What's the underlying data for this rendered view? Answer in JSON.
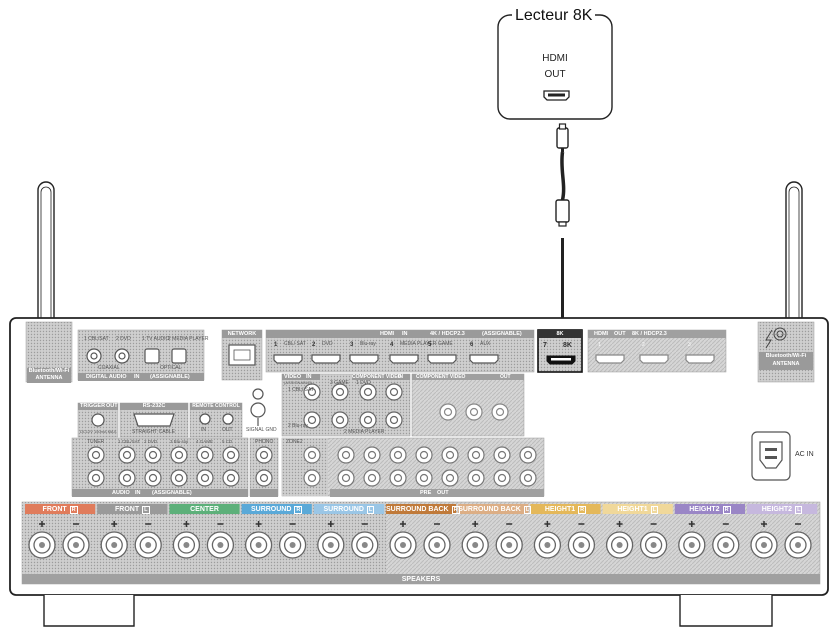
{
  "device": {
    "title": "Lecteur 8K",
    "hdmi_label": "HDMI",
    "out_label": "OUT"
  },
  "receiver": {
    "antenna_left": [
      "Bluetooth/Wi-Fi",
      "ANTENNA"
    ],
    "antenna_right": [
      "Bluetooth/Wi-Fi",
      "ANTENNA"
    ],
    "digital_audio": {
      "coaxial_1": "1 CBL/SAT",
      "coaxial_2": "2 DVD",
      "optical_1": "1 TV AUDIO",
      "optical_2": "2 MEDIA PLAYER",
      "coaxial_label": "COAXIAL",
      "optical_label": "OPTICAL",
      "footer": "DIGITAL AUDIO",
      "in_badge": "IN",
      "assignable": "(ASSIGNABLE)"
    },
    "network_label": "NETWORK",
    "hdmi_in": {
      "header": "HDMI",
      "in_badge": "IN",
      "spec": "4K / HDCP2.3",
      "assignable": "(ASSIGNABLE)",
      "inputs": [
        {
          "num": "1",
          "name": "CBL/ SAT"
        },
        {
          "num": "2",
          "name": "DVD"
        },
        {
          "num": "3",
          "name": "Blu-ray"
        },
        {
          "num": "4",
          "name": "MEDIA PLAYER"
        },
        {
          "num": "5",
          "name": "GAME"
        },
        {
          "num": "6",
          "name": "AUX"
        }
      ],
      "port7_num": "7",
      "port7_name": "8K",
      "port7_header": "8K"
    },
    "hdmi_out": {
      "header": "HDMI",
      "out_badge": "OUT",
      "spec": "8K / HDCP2.3",
      "ports": [
        "1",
        "2",
        "3"
      ]
    },
    "trigger": {
      "label": "TRIGGER",
      "out": "OUT",
      "spec": "DC12V 150mA MAX."
    },
    "rs232c": {
      "label": "RS-232C",
      "sub": "STRAIGHT CABLE"
    },
    "remote": {
      "label": "REMOTE CONTROL",
      "in": "IN",
      "out": "OUT"
    },
    "signal_gnd": "SIGNAL GND",
    "audio_in": {
      "tuner": "TUNER",
      "inputs": [
        "1 CBL/SAT",
        "2 DVD",
        "3 Blu-ray",
        "4 GAME",
        "5 CD"
      ],
      "footer": "AUDIO",
      "in_badge": "IN",
      "assignable": "(ASSIGNABLE)",
      "phono": "PHONO"
    },
    "video_in": {
      "label": "VIDEO",
      "in_badge": "IN",
      "assignable": "(ASSIGNABLE)",
      "inputs": [
        "1 CBL/ SAT",
        "2 Blu-ray",
        "3 GAME"
      ]
    },
    "component": {
      "label": "COMPONENT VIDEO",
      "in_badge": "IN",
      "out_label": "COMPONENT VIDEO",
      "out_badge": "OUT",
      "inputs": [
        "1 DVD",
        "2 MEDIA PLAYER"
      ]
    },
    "zone2": "ZONE2",
    "pre_out": {
      "label": "PRE",
      "out": "OUT"
    },
    "ac_in": "AC IN",
    "speakers": {
      "footer": "SPEAKERS",
      "channels": [
        {
          "label": "FRONT",
          "side": "R",
          "color": "#e07c5c"
        },
        {
          "label": "FRONT",
          "side": "L",
          "color": "#9a9a9a"
        },
        {
          "label": "CENTER",
          "side": "",
          "color": "#5db07a"
        },
        {
          "label": "SURROUND",
          "side": "R",
          "color": "#5aa9d8"
        },
        {
          "label": "SURROUND",
          "side": "L",
          "color": "#9ac6e6"
        },
        {
          "label": "SURROUND BACK",
          "side": "R",
          "color": "#c07a3a"
        },
        {
          "label": "SURROUND BACK",
          "side": "L",
          "color": "#dcae85"
        },
        {
          "label": "HEIGHT1",
          "side": "R",
          "color": "#e4b85a"
        },
        {
          "label": "HEIGHT1",
          "side": "L",
          "color": "#f0d89a"
        },
        {
          "label": "HEIGHT2",
          "side": "R",
          "color": "#9a86c6"
        },
        {
          "label": "HEIGHT2",
          "side": "L",
          "color": "#c6b8de"
        }
      ]
    }
  }
}
